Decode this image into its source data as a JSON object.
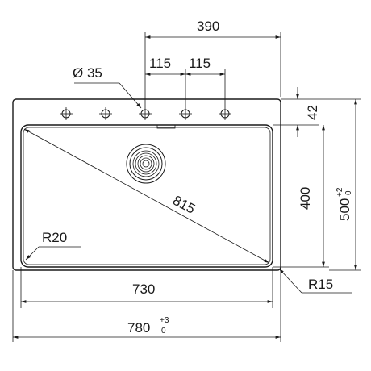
{
  "dimensions": {
    "holes_total_width": "390",
    "hole_spacing_1": "115",
    "hole_spacing_2": "115",
    "hole_diameter": "Ø 35",
    "top_margin": "42",
    "bowl_depth": "400",
    "overall_depth": "500",
    "overall_depth_tol_upper": "+2",
    "overall_depth_tol_lower": "0",
    "diagonal": "815",
    "inner_radius": "R20",
    "outer_radius": "R15",
    "bowl_width": "730",
    "overall_width": "780",
    "overall_width_tol_upper": "+3",
    "overall_width_tol_lower": "0"
  },
  "colors": {
    "stroke": "#1a1a1a",
    "background": "#ffffff"
  },
  "icons": {
    "tap_hole": "crosshair-circle",
    "drain": "concentric-strainer"
  }
}
